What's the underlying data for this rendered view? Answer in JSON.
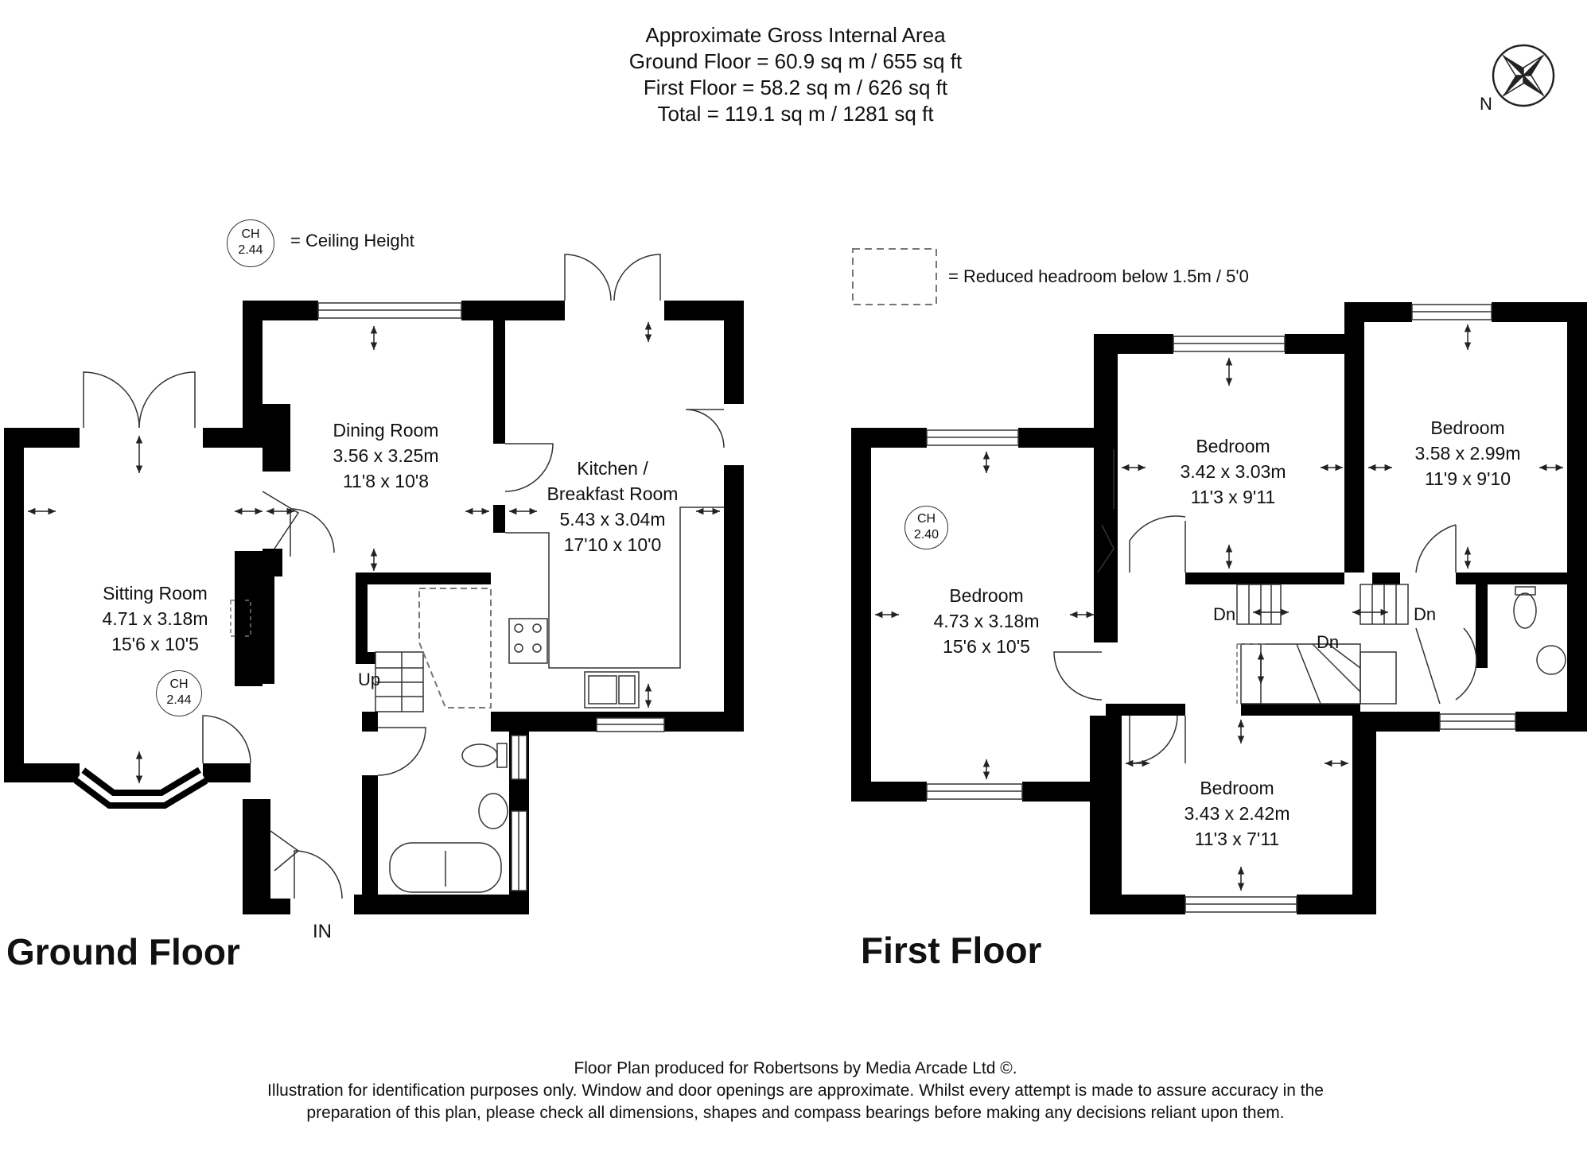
{
  "header": {
    "line1": "Approximate Gross Internal Area",
    "line2": "Ground Floor = 60.9 sq m / 655 sq ft",
    "line3": "First Floor = 58.2 sq m / 626 sq ft",
    "line4": "Total = 119.1 sq m / 1281 sq ft"
  },
  "compass": {
    "label": "N"
  },
  "legend": {
    "ch_label": "CH",
    "ch_value": "2.44",
    "ch_text": "= Ceiling Height",
    "headroom_text": "= Reduced headroom below 1.5m / 5'0"
  },
  "ground_floor": {
    "title": "Ground Floor",
    "entrance": "IN",
    "stairs_label": "Up",
    "rooms": [
      {
        "name": "Dining Room",
        "metric": "3.56 x 3.25m",
        "imperial": "11'8 x 10'8"
      },
      {
        "name": "Kitchen /",
        "name2": "Breakfast Room",
        "metric": "5.43 x 3.04m",
        "imperial": "17'10 x 10'0"
      },
      {
        "name": "Sitting Room",
        "metric": "4.71 x 3.18m",
        "imperial": "15'6 x 10'5",
        "ch_label": "CH",
        "ch_value": "2.44"
      }
    ]
  },
  "first_floor": {
    "title": "First Floor",
    "stairs_labels": [
      "Dn",
      "Dn",
      "Dn"
    ],
    "rooms": [
      {
        "name": "Bedroom",
        "metric": "4.73 x 3.18m",
        "imperial": "15'6 x 10'5",
        "ch_label": "CH",
        "ch_value": "2.40"
      },
      {
        "name": "Bedroom",
        "metric": "3.42 x 3.03m",
        "imperial": "11'3 x 9'11"
      },
      {
        "name": "Bedroom",
        "metric": "3.58 x 2.99m",
        "imperial": "11'9 x 9'10"
      },
      {
        "name": "Bedroom",
        "metric": "3.43 x 2.42m",
        "imperial": "11'3 x 7'11"
      }
    ]
  },
  "footer": {
    "line1": "Floor Plan produced for Robertsons by Media Arcade Ltd ©.",
    "line2": "Illustration for identification purposes only. Window and door openings are approximate. Whilst every attempt is made to assure accuracy in the",
    "line3": "preparation of this plan, please check all dimensions, shapes and compass bearings before making any decisions reliant upon them."
  }
}
